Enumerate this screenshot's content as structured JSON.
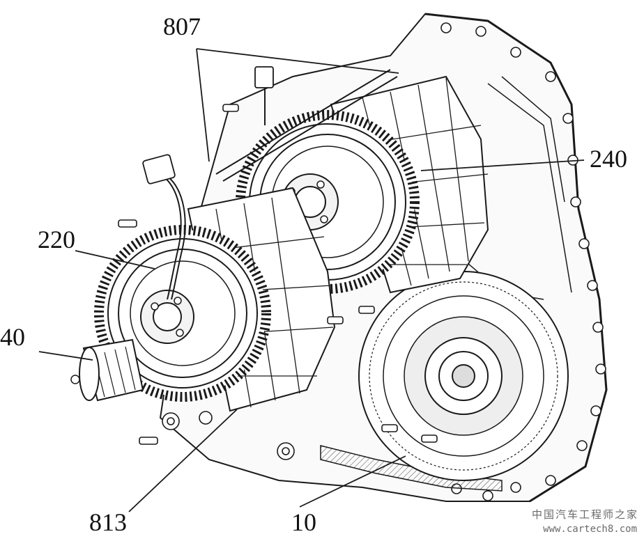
{
  "figure": {
    "labels": {
      "label_807": "807",
      "label_240": "240",
      "label_220": "220",
      "label_40": "40",
      "label_813": "813",
      "label_10": "10"
    }
  },
  "watermark": {
    "site_name": "中国汽车工程师之家",
    "url": "www.cartech8.com"
  },
  "colors": {
    "line": "#1a1a1a",
    "background": "#ffffff",
    "shade": "#bdbdbd"
  }
}
